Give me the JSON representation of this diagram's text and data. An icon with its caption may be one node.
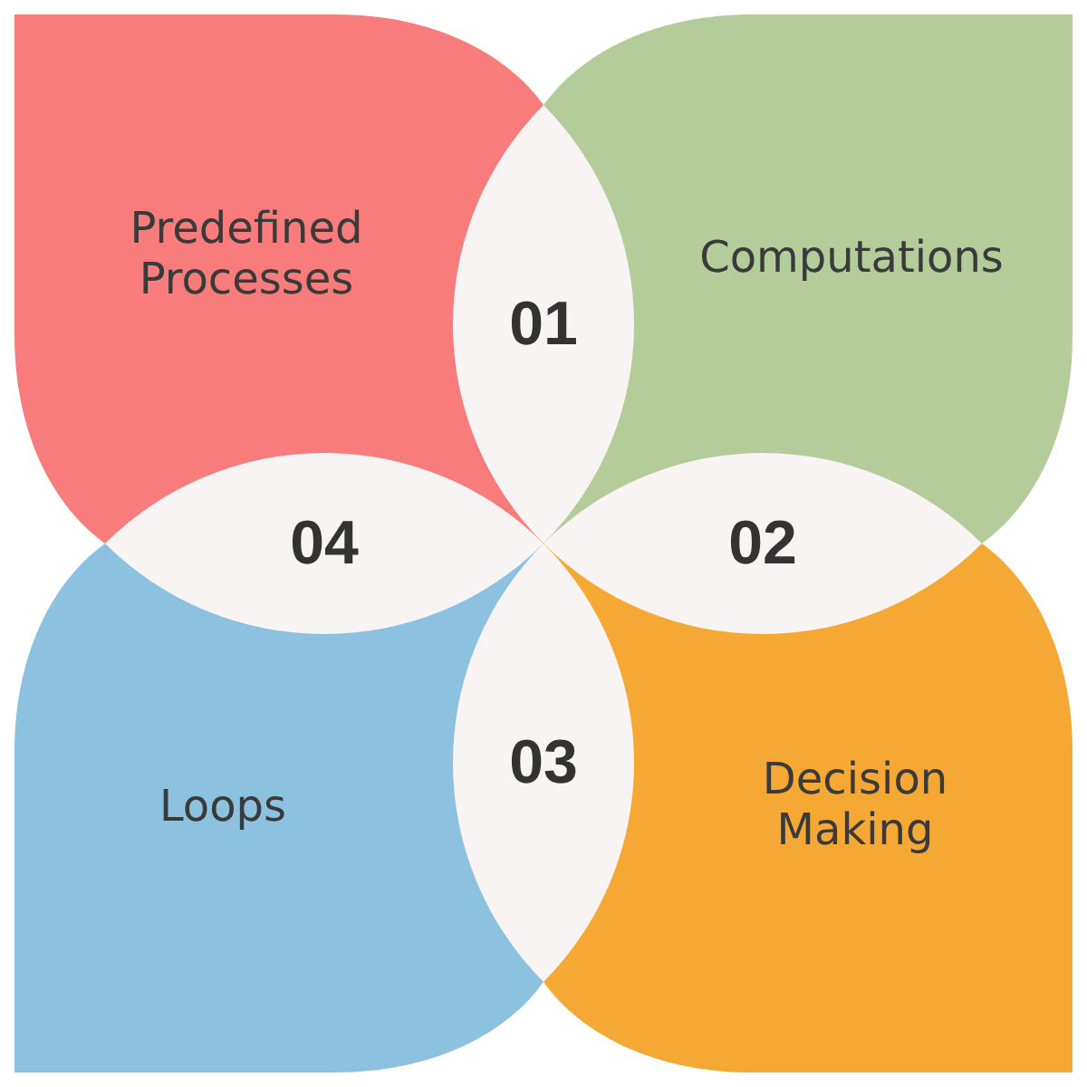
{
  "diagram": {
    "nodes": [
      {
        "text": [
          "Predefined Processes"
        ]
      },
      {
        "text": [
          "01"
        ]
      },
      {
        "text": [
          "Computations"
        ]
      },
      {
        "text": [
          "04"
        ]
      },
      {
        "text": [
          "02"
        ]
      },
      {
        "text": [
          "Loops"
        ]
      },
      {
        "text": [
          "03"
        ]
      },
      {
        "text": [
          "Decision Making"
        ]
      }
    ]
  }
}
